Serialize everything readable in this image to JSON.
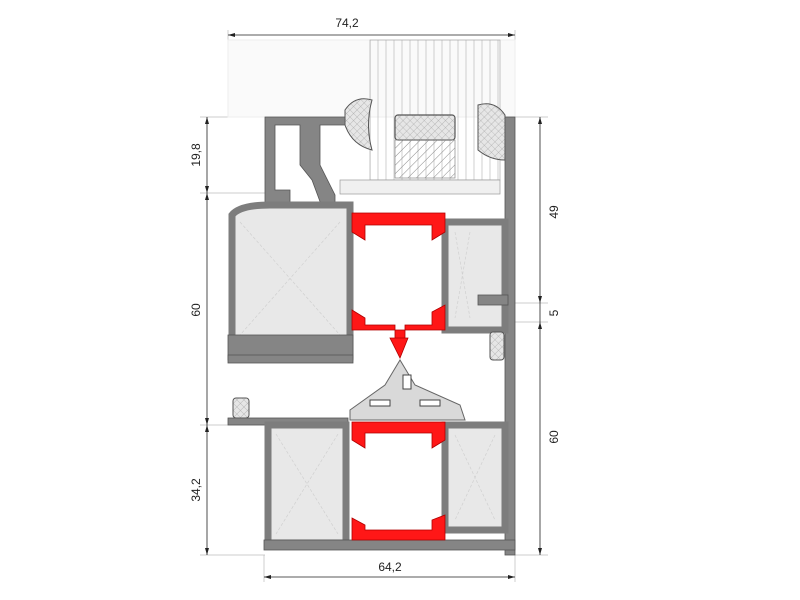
{
  "drawing": {
    "title": "Window profile cross-section",
    "dimensions": {
      "top_width": "74,2",
      "bottom_width": "64,2",
      "left_upper": "19,8",
      "left_middle": "60",
      "left_lower": "34,2",
      "right_upper": "49",
      "right_gap": "5",
      "right_lower": "60"
    },
    "colors": {
      "profile": "#858585",
      "thermal_break": "#ff1717",
      "gasket": "#d9d9d9"
    }
  }
}
